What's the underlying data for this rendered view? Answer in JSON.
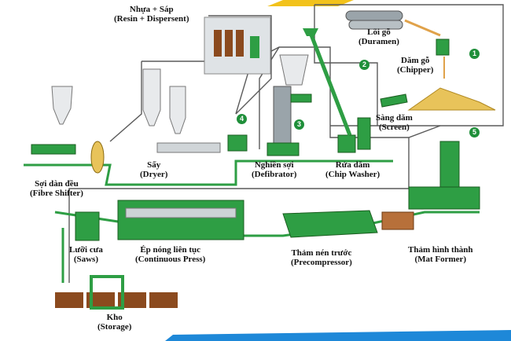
{
  "diagram": {
    "steps": [
      {
        "num": "1",
        "vn": "Lõi gỗ",
        "en": "(Duramen)"
      },
      {
        "num": "1",
        "vn": "Dăm gỗ",
        "en": "(Chipper)"
      },
      {
        "num": "2",
        "vn": "Sàng dăm",
        "en": "(Screen)"
      },
      {
        "num": "2",
        "vn": "Rửa dăm",
        "en": "(Chip Washer)"
      },
      {
        "num": "3",
        "vn": "Nghiền sợi",
        "en": "(Defibrator)"
      },
      {
        "num": "4",
        "vn": "Nhựa + Sáp",
        "en": "(Resin + Dispersent)"
      },
      {
        "num": "4",
        "vn": "Sấy",
        "en": "(Dryer)"
      },
      {
        "num": "",
        "vn": "Sợi dàn đều",
        "en": "(Fibre Shifter)"
      },
      {
        "num": "5",
        "vn": "Thảm hình thành",
        "en": "(Mat Former)"
      },
      {
        "num": "",
        "vn": "Thảm nén trước",
        "en": "(Precompressor)"
      },
      {
        "num": "",
        "vn": "Ép nóng liên tục",
        "en": "(Continuous Press)"
      },
      {
        "num": "",
        "vn": "Lưỡi cưa",
        "en": "(Saws)"
      },
      {
        "num": "",
        "vn": "Kho",
        "en": "(Storage)"
      }
    ],
    "badges": [
      "1",
      "2",
      "3",
      "4",
      "5"
    ],
    "colors": {
      "accent_green": "#1f8f3a",
      "wood": "#8b4a1e",
      "chips": "#e8c35a",
      "flow_line": "#5a5a5a",
      "yellow_stripe": "#f2c21b",
      "blue_stripe": "#1e88d8"
    }
  }
}
